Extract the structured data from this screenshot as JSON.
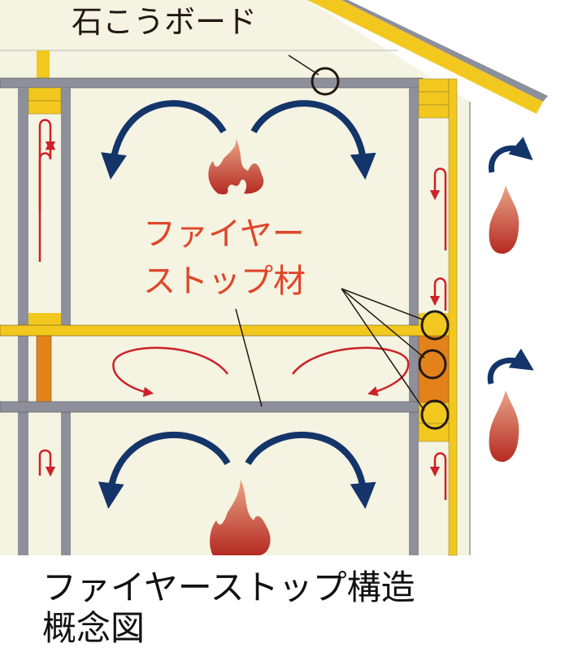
{
  "labels": {
    "gypsum_board": "石こうボード",
    "fire_stop_line1": "ファイヤー",
    "fire_stop_line2": "ストップ材"
  },
  "caption": {
    "line1": "ファイヤーストップ構造",
    "line2": "概念図"
  },
  "colors": {
    "board": "#f5f3e1",
    "stud": "#8d8f9b",
    "wood": "#f2c81f",
    "fire_stop": "#e3821a",
    "smoke_arrow": "#14356a",
    "heat_arrow": "#cc2229",
    "text_red": "#e0462a"
  }
}
